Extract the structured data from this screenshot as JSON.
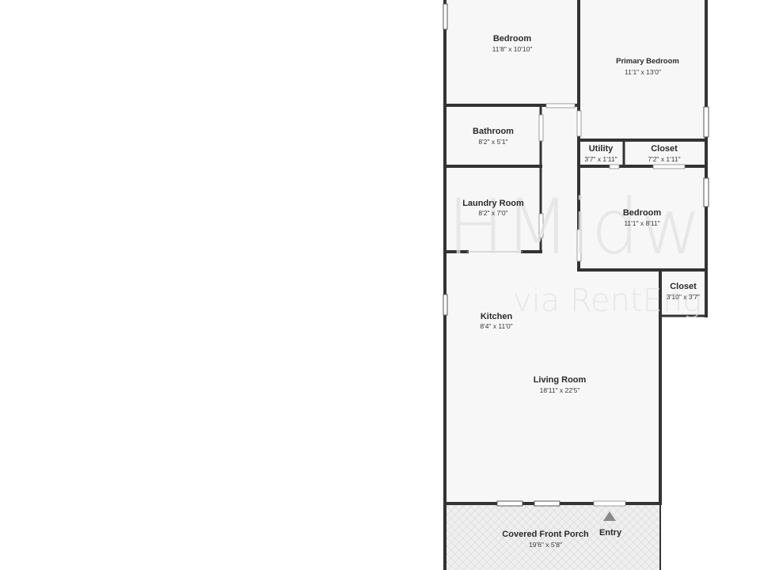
{
  "colors": {
    "wall": "#333333",
    "floor": "#f7f7f7",
    "porch": "#eeeeee",
    "window": "#f3f3f3",
    "watermark": "#e3e3e3"
  },
  "rooms": {
    "bedroom1": {
      "name": "Bedroom",
      "dims": "11'8\" x 10'10\""
    },
    "primary_bedroom": {
      "name": "Primary Bedroom",
      "dims": "11'1\" x 13'0\""
    },
    "bathroom": {
      "name": "Bathroom",
      "dims": "8'2\" x 5'1\""
    },
    "utility": {
      "name": "Utility",
      "dims": "3'7\" x 1'11\""
    },
    "closet1": {
      "name": "Closet",
      "dims": "7'2\" x 1'11\""
    },
    "laundry": {
      "name": "Laundry Room",
      "dims": "8'2\" x 7'0\""
    },
    "bedroom2": {
      "name": "Bedroom",
      "dims": "11'1\" x 8'11\""
    },
    "closet2": {
      "name": "Closet",
      "dims": "3'10\" x 3'7\""
    },
    "kitchen": {
      "name": "Kitchen",
      "dims": "8'4\" x 11'0\""
    },
    "living": {
      "name": "Living Room",
      "dims": "18'11\" x 22'5\""
    },
    "porch": {
      "name": "Covered Front Porch",
      "dims": "19'6\" x 5'8\""
    }
  },
  "entry": {
    "label": "Entry",
    "icon": "entry-arrow-icon"
  },
  "watermark": {
    "line1": "HMidw",
    "line2": "via RentEng"
  }
}
